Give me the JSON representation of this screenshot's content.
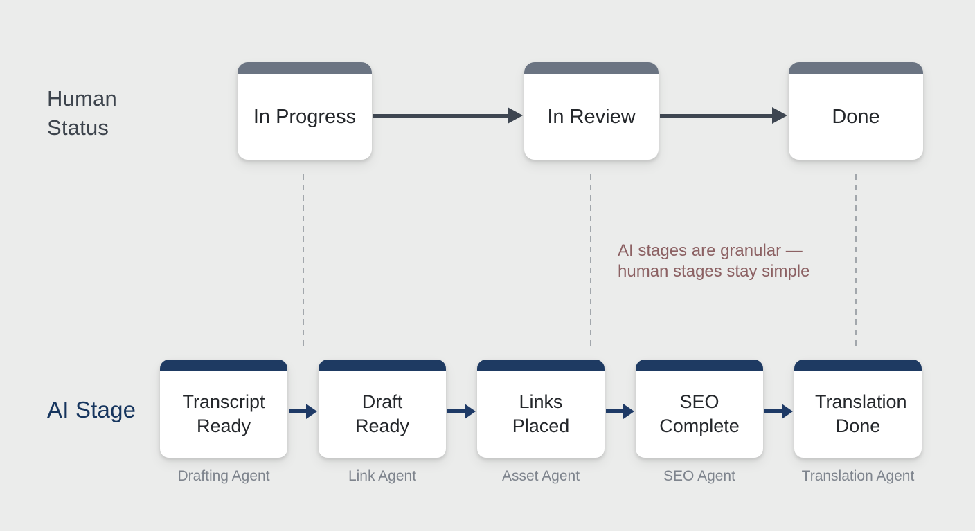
{
  "theme": {
    "bg": "#ebeceb",
    "card_bg": "#ffffff",
    "human_header": "#6b7482",
    "human_arrow": "#3e4651",
    "human_label_color": "#3d444d",
    "ai_header": "#1e3a62",
    "ai_arrow": "#1e3a66",
    "ai_label_color": "#16355e",
    "card_text": "#24272b",
    "agent_text": "#7e848d",
    "annotation_color": "#8c6163",
    "dash_color": "#a2a7ac"
  },
  "human_row": {
    "label": "Human Status",
    "cards": [
      {
        "label": "In Progress"
      },
      {
        "label": "In Review"
      },
      {
        "label": "Done"
      }
    ]
  },
  "ai_row": {
    "label": "AI Stage",
    "cards": [
      {
        "label": "Transcript Ready",
        "agent": "Drafting Agent"
      },
      {
        "label": "Draft Ready",
        "agent": "Link Agent"
      },
      {
        "label": "Links Placed",
        "agent": "Asset Agent"
      },
      {
        "label": "SEO Complete",
        "agent": "SEO Agent"
      },
      {
        "label": "Translation Done",
        "agent": "Translation Agent"
      }
    ]
  },
  "annotation": {
    "text": "AI stages are granular — human stages stay simple"
  }
}
